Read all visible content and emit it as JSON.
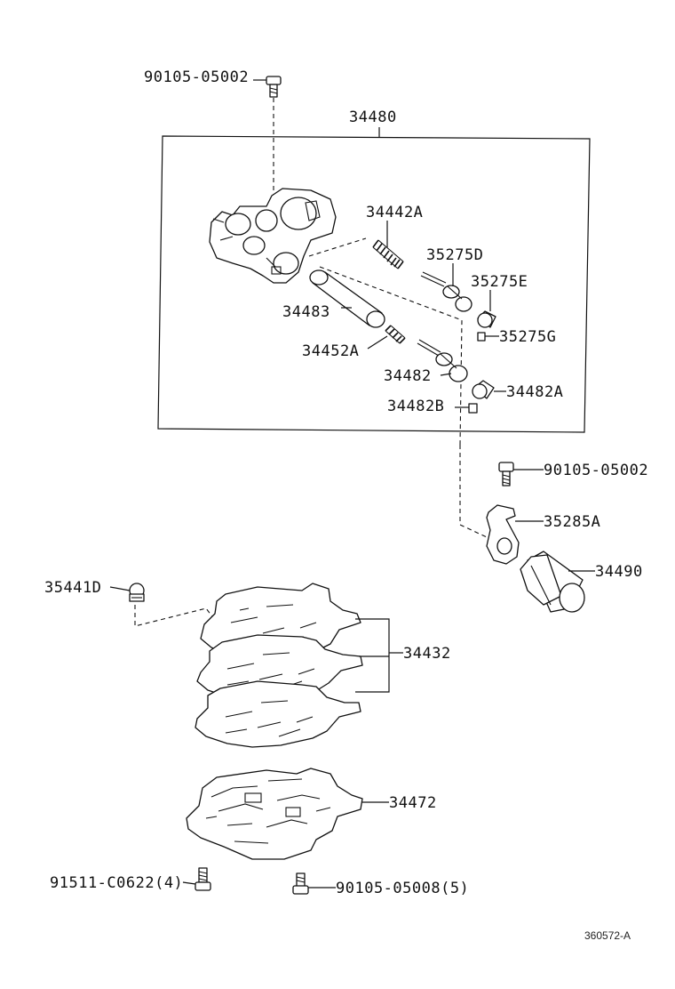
{
  "labels": {
    "bolt_top": "90105-05002",
    "assembly": "34480",
    "spring_a": "34442A",
    "valve_d": "35275D",
    "plug_e": "35275E",
    "retainer_g": "35275G",
    "sleeve": "34483",
    "spring_b": "34452A",
    "valve": "34482",
    "plug_a": "34482A",
    "retainer_b": "34482B",
    "bolt_mid": "90105-05002",
    "bracket": "35285A",
    "solenoid": "34490",
    "ball": "35441D",
    "plates": "34432",
    "body": "34472",
    "bolt_left": "91511-C0622(4)",
    "bolt_right": "90105-05008(5)",
    "drawing_no": "360572-A"
  }
}
